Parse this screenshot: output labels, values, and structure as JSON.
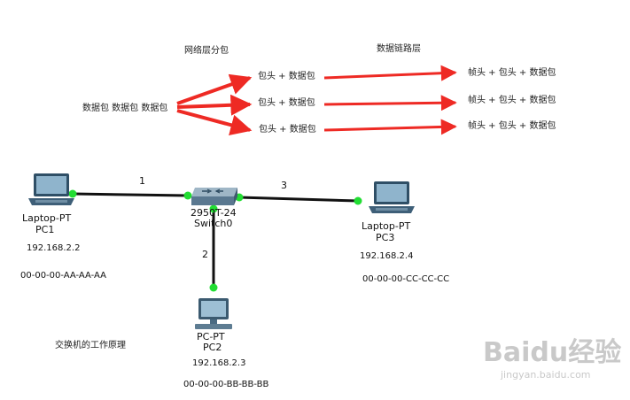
{
  "headings": {
    "network_layer": "网络层分包",
    "data_link_layer": "数据链路层"
  },
  "source_label": "数据包 数据包 数据包",
  "packets": [
    {
      "network": "包头 + 数据包",
      "frame": "帧头 + 包头 + 数据包"
    },
    {
      "network": "包头 + 数据包",
      "frame": "帧头 + 包头 + 数据包"
    },
    {
      "network": "包头 + 数据包",
      "frame": "帧头 + 包头 + 数据包"
    }
  ],
  "links": {
    "link1": "1",
    "link2": "2",
    "link3": "3"
  },
  "devices": {
    "pc1": {
      "model": "Laptop-PT",
      "name": "PC1",
      "ip": "192.168.2.2",
      "mac": "00-00-00-AA-AA-AA"
    },
    "switch": {
      "model": "2950T-24",
      "name": "Switch0"
    },
    "pc2": {
      "model": "PC-PT",
      "name": "PC2",
      "ip": "192.168.2.3",
      "mac": "00-00-00-BB-BB-BB"
    },
    "pc3": {
      "model": "Laptop-PT",
      "name": "PC3",
      "ip": "192.168.2.4",
      "mac": "00-00-00-CC-CC-CC"
    }
  },
  "caption": "交换机的工作原理",
  "watermark": {
    "brand": "Baidu经验",
    "url": "jingyan.baidu.com"
  },
  "colors": {
    "arrow": "#ee2a24",
    "link_dot": "#22dd33",
    "cable": "#111111"
  }
}
